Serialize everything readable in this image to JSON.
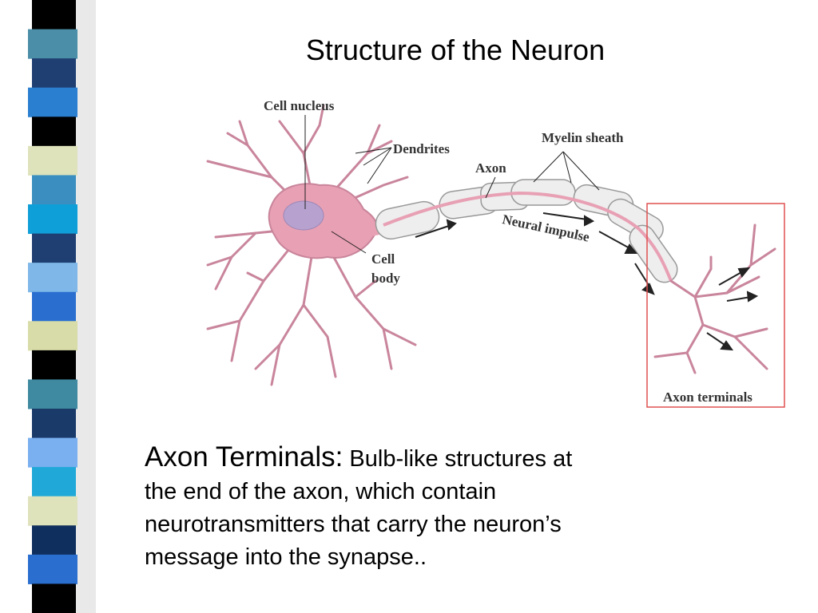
{
  "slide": {
    "title": "Structure of the Neuron",
    "term": "Axon Terminals:",
    "definition_line1": "Bulb-like structures at",
    "definition_line2": "the end of the axon, which contain",
    "definition_line3": "neurotransmitters that carry the neuron’s",
    "definition_line4": "message into the synapse.."
  },
  "diagram": {
    "labels": {
      "cell_nucleus": "Cell nucleus",
      "dendrites": "Dendrites",
      "axon": "Axon",
      "myelin_sheath": "Myelin sheath",
      "cell": "Cell",
      "body": "body",
      "neural_impulse": "Neural impulse",
      "axon_terminals": "Axon terminals"
    },
    "colors": {
      "neuron": "#e8a0b4",
      "myelin": "#eeeeee",
      "highlight_box": "#e05050"
    }
  },
  "decor": {
    "stripe_colors": [
      "#000000",
      "#4a8ea8",
      "#1f3f72",
      "#2a7fd0",
      "#000000",
      "#dfe3bb",
      "#3a8fc0",
      "#0f9fd8",
      "#1f3f72",
      "#7fb8e8",
      "#2a6fd0",
      "#d8dca8",
      "#000000",
      "#3f8aa0",
      "#1a3a6a",
      "#7ab0f0",
      "#20a8d8",
      "#dfe3bb",
      "#0f2f5f",
      "#2a6fd0",
      "#000000"
    ]
  }
}
